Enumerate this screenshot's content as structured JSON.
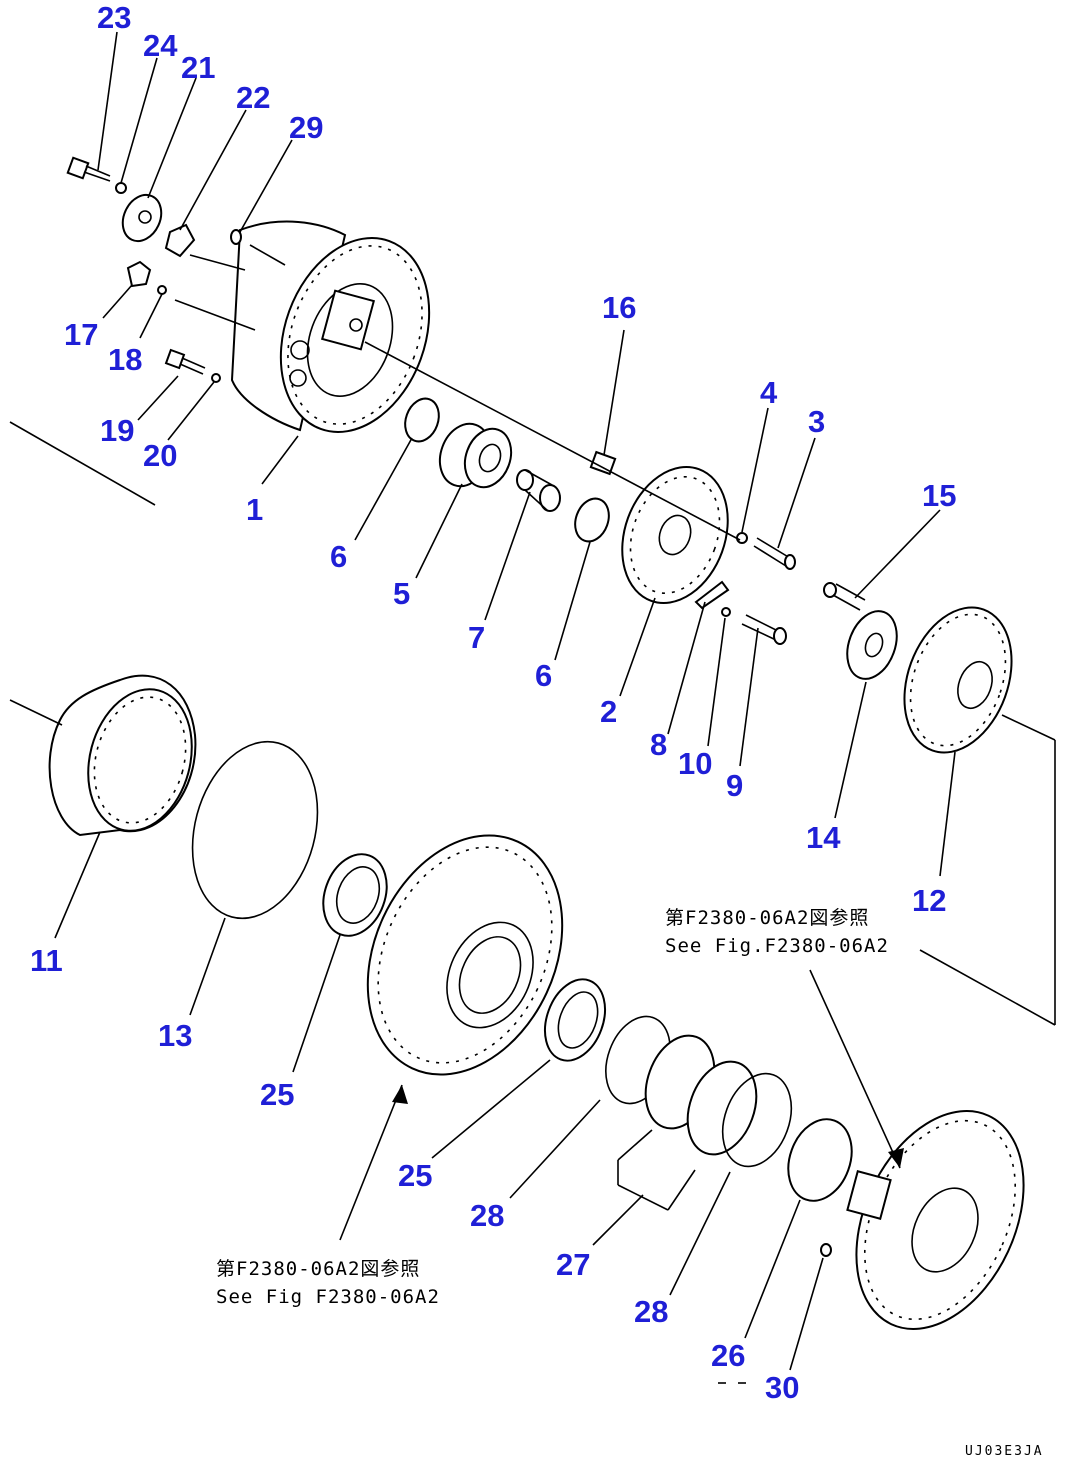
{
  "diagram": {
    "callouts": [
      {
        "id": "23",
        "text": "23"
      },
      {
        "id": "24",
        "text": "24"
      },
      {
        "id": "21",
        "text": "21"
      },
      {
        "id": "22",
        "text": "22"
      },
      {
        "id": "29",
        "text": "29"
      },
      {
        "id": "17",
        "text": "17"
      },
      {
        "id": "18",
        "text": "18"
      },
      {
        "id": "19",
        "text": "19"
      },
      {
        "id": "20",
        "text": "20"
      },
      {
        "id": "1",
        "text": "1"
      },
      {
        "id": "16",
        "text": "16"
      },
      {
        "id": "4",
        "text": "4"
      },
      {
        "id": "3",
        "text": "3"
      },
      {
        "id": "6a",
        "text": "6"
      },
      {
        "id": "5",
        "text": "5"
      },
      {
        "id": "7",
        "text": "7"
      },
      {
        "id": "6b",
        "text": "6"
      },
      {
        "id": "2",
        "text": "2"
      },
      {
        "id": "15",
        "text": "15"
      },
      {
        "id": "8",
        "text": "8"
      },
      {
        "id": "10",
        "text": "10"
      },
      {
        "id": "9",
        "text": "9"
      },
      {
        "id": "14",
        "text": "14"
      },
      {
        "id": "12",
        "text": "12"
      },
      {
        "id": "11",
        "text": "11"
      },
      {
        "id": "13",
        "text": "13"
      },
      {
        "id": "25a",
        "text": "25"
      },
      {
        "id": "25b",
        "text": "25"
      },
      {
        "id": "28a",
        "text": "28"
      },
      {
        "id": "27",
        "text": "27"
      },
      {
        "id": "28b",
        "text": "28"
      },
      {
        "id": "26",
        "text": "26"
      },
      {
        "id": "30",
        "text": "30"
      }
    ],
    "references": [
      {
        "line1": "第F2380-06A2図参照",
        "line2": "See Fig.F2380-06A2"
      },
      {
        "line1": "第F2380-06A2図参照",
        "line2": "See Fig F2380-06A2"
      }
    ],
    "drawing_code": "UJ03E3JA"
  }
}
